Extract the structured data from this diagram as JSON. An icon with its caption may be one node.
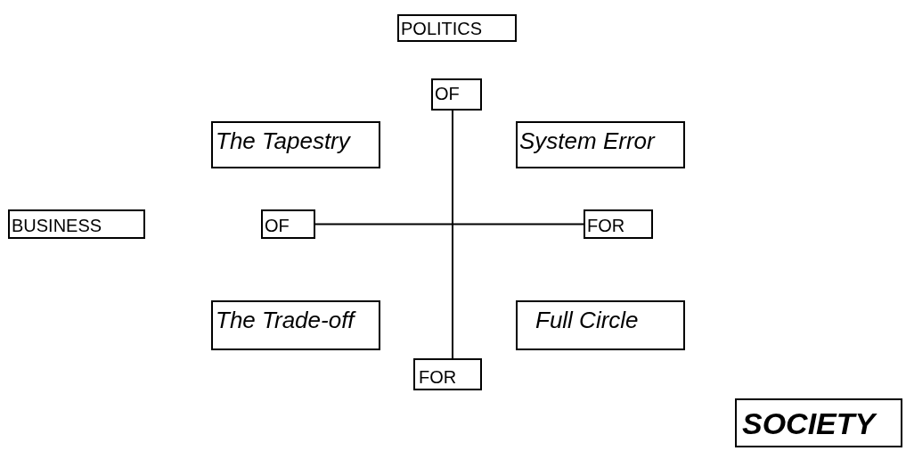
{
  "diagram": {
    "nodes": [
      {
        "text": [
          "POLITICS"
        ]
      },
      {
        "text": [
          "OF"
        ]
      },
      {
        "text": [
          "The Tapestry"
        ]
      },
      {
        "text": [
          "System Error"
        ]
      },
      {
        "text": [
          "BUSINESS"
        ]
      },
      {
        "text": [
          "OF"
        ]
      },
      {
        "text": [
          "FOR"
        ]
      },
      {
        "text": [
          "The Trade-off"
        ]
      },
      {
        "text": [
          "Full Circle"
        ]
      },
      {
        "text": [
          "FOR"
        ]
      },
      {
        "text": [
          "SOCIETY"
        ]
      }
    ],
    "edges": [
      {
        "from": 1,
        "to": 9,
        "arrow": "none"
      },
      {
        "from": 5,
        "to": 6,
        "arrow": "none"
      }
    ]
  }
}
